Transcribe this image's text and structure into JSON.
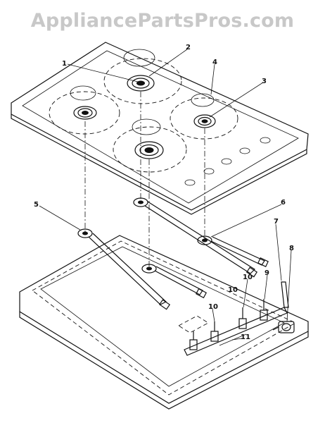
{
  "watermark": "AppliancePartsPros.com",
  "callouts": [
    "1",
    "2",
    "3",
    "4",
    "5",
    "6",
    "7",
    "8",
    "9",
    "10",
    "10",
    "11",
    "10"
  ]
}
